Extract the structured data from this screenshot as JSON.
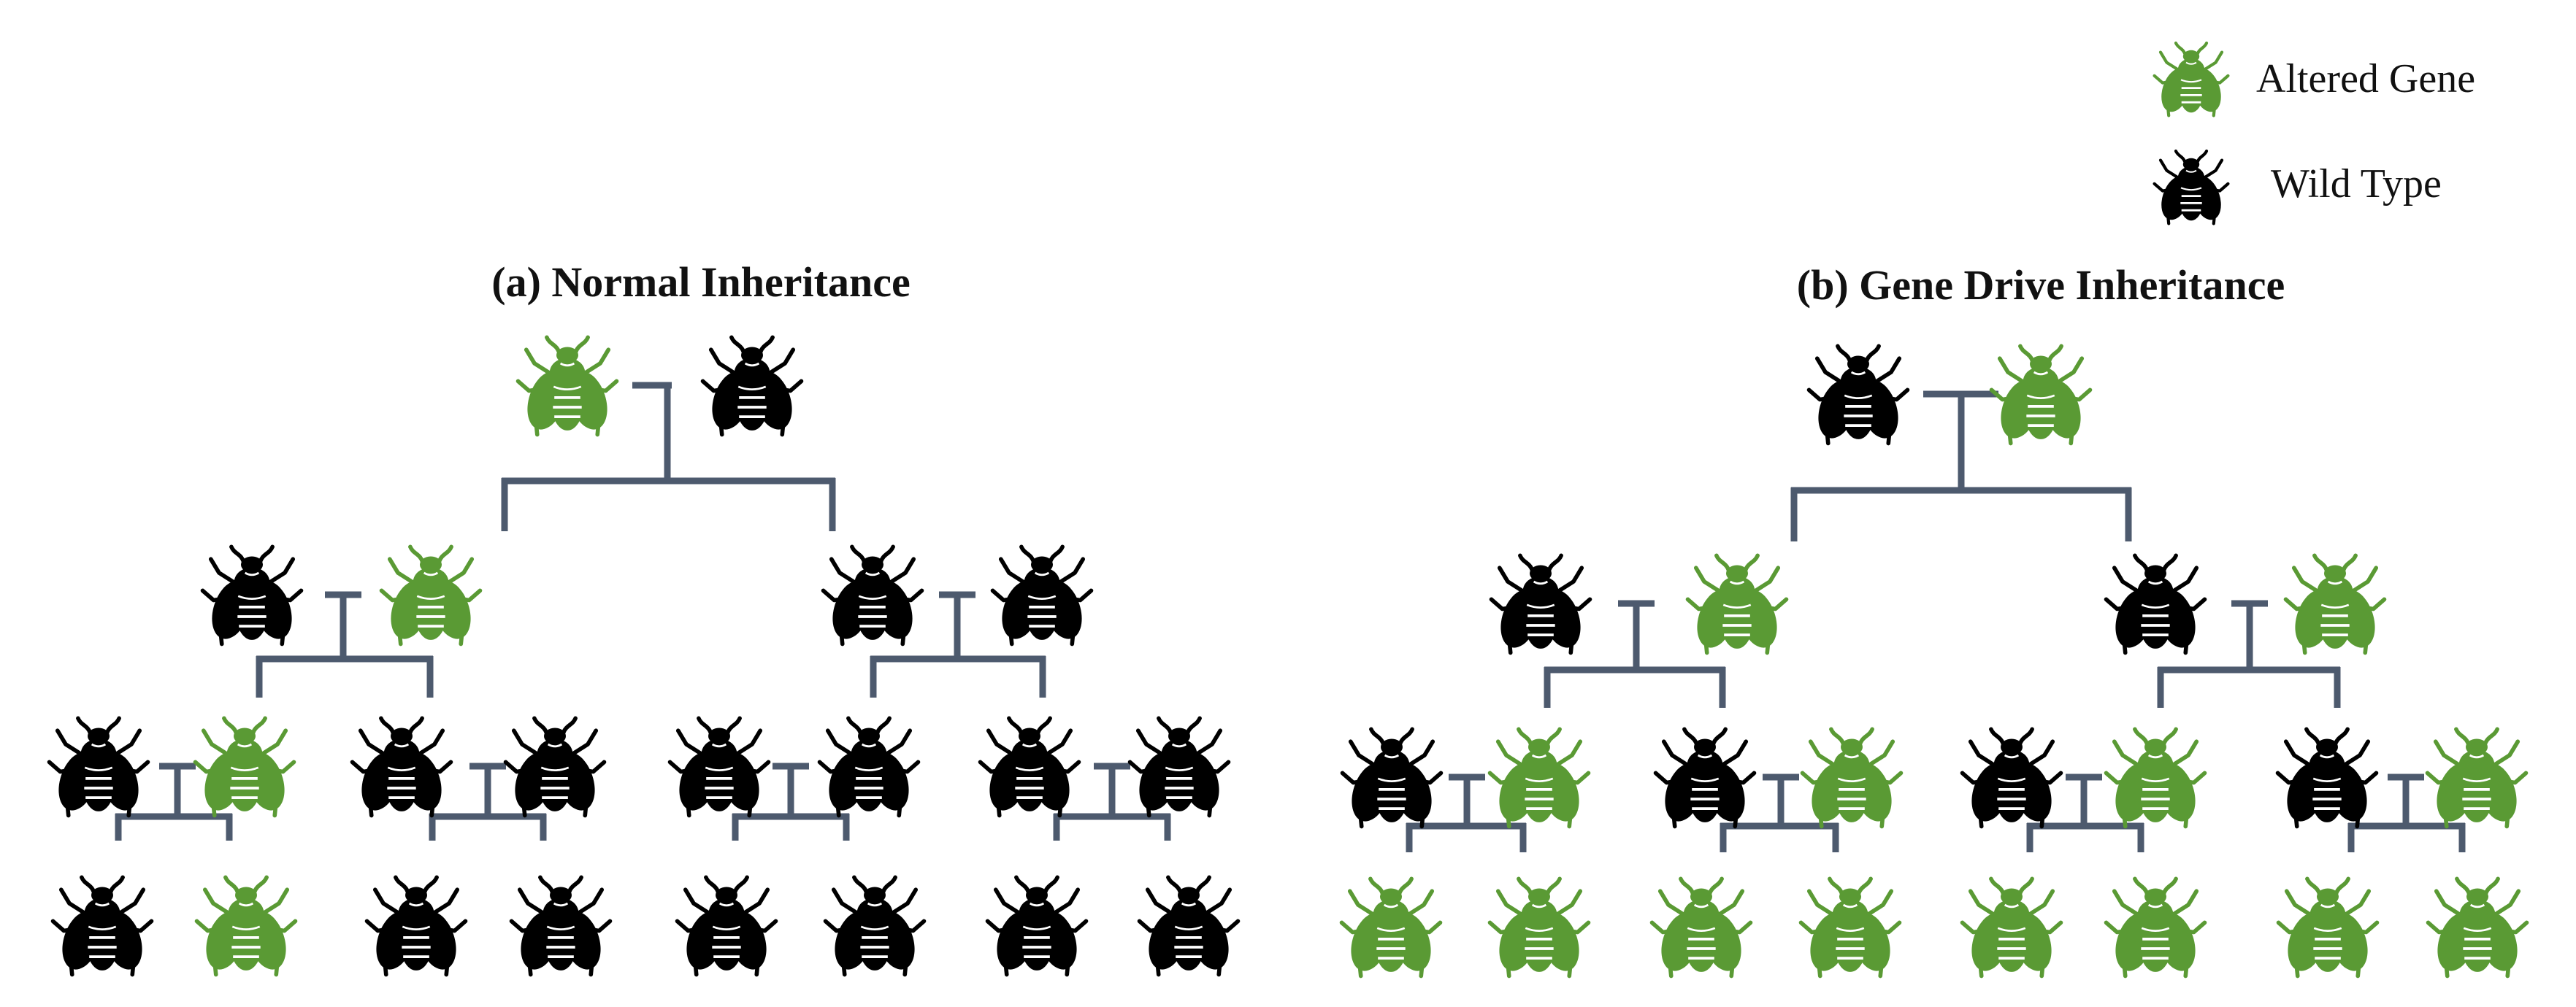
{
  "legend": {
    "altered_label": "Altered Gene",
    "wild_label": "Wild Type"
  },
  "panels": {
    "a": {
      "title": "(a) Normal Inheritance",
      "generations": [
        [
          "altered",
          "wild"
        ],
        [
          "wild",
          "altered",
          "wild",
          "wild"
        ],
        [
          "wild",
          "altered",
          "wild",
          "wild",
          "wild",
          "wild",
          "wild",
          "wild"
        ],
        [
          "wild",
          "altered",
          "wild",
          "wild",
          "wild",
          "wild",
          "wild",
          "wild"
        ]
      ]
    },
    "b": {
      "title": "(b) Gene Drive Inheritance",
      "generations": [
        [
          "wild",
          "altered"
        ],
        [
          "wild",
          "altered",
          "wild",
          "altered"
        ],
        [
          "wild",
          "altered",
          "wild",
          "altered",
          "wild",
          "altered",
          "wild",
          "altered"
        ],
        [
          "altered",
          "altered",
          "altered",
          "altered",
          "altered",
          "altered",
          "altered",
          "altered"
        ]
      ]
    }
  },
  "colors": {
    "altered": "#5a9a34",
    "wild": "#000000",
    "connector": "#4d5a6e"
  }
}
